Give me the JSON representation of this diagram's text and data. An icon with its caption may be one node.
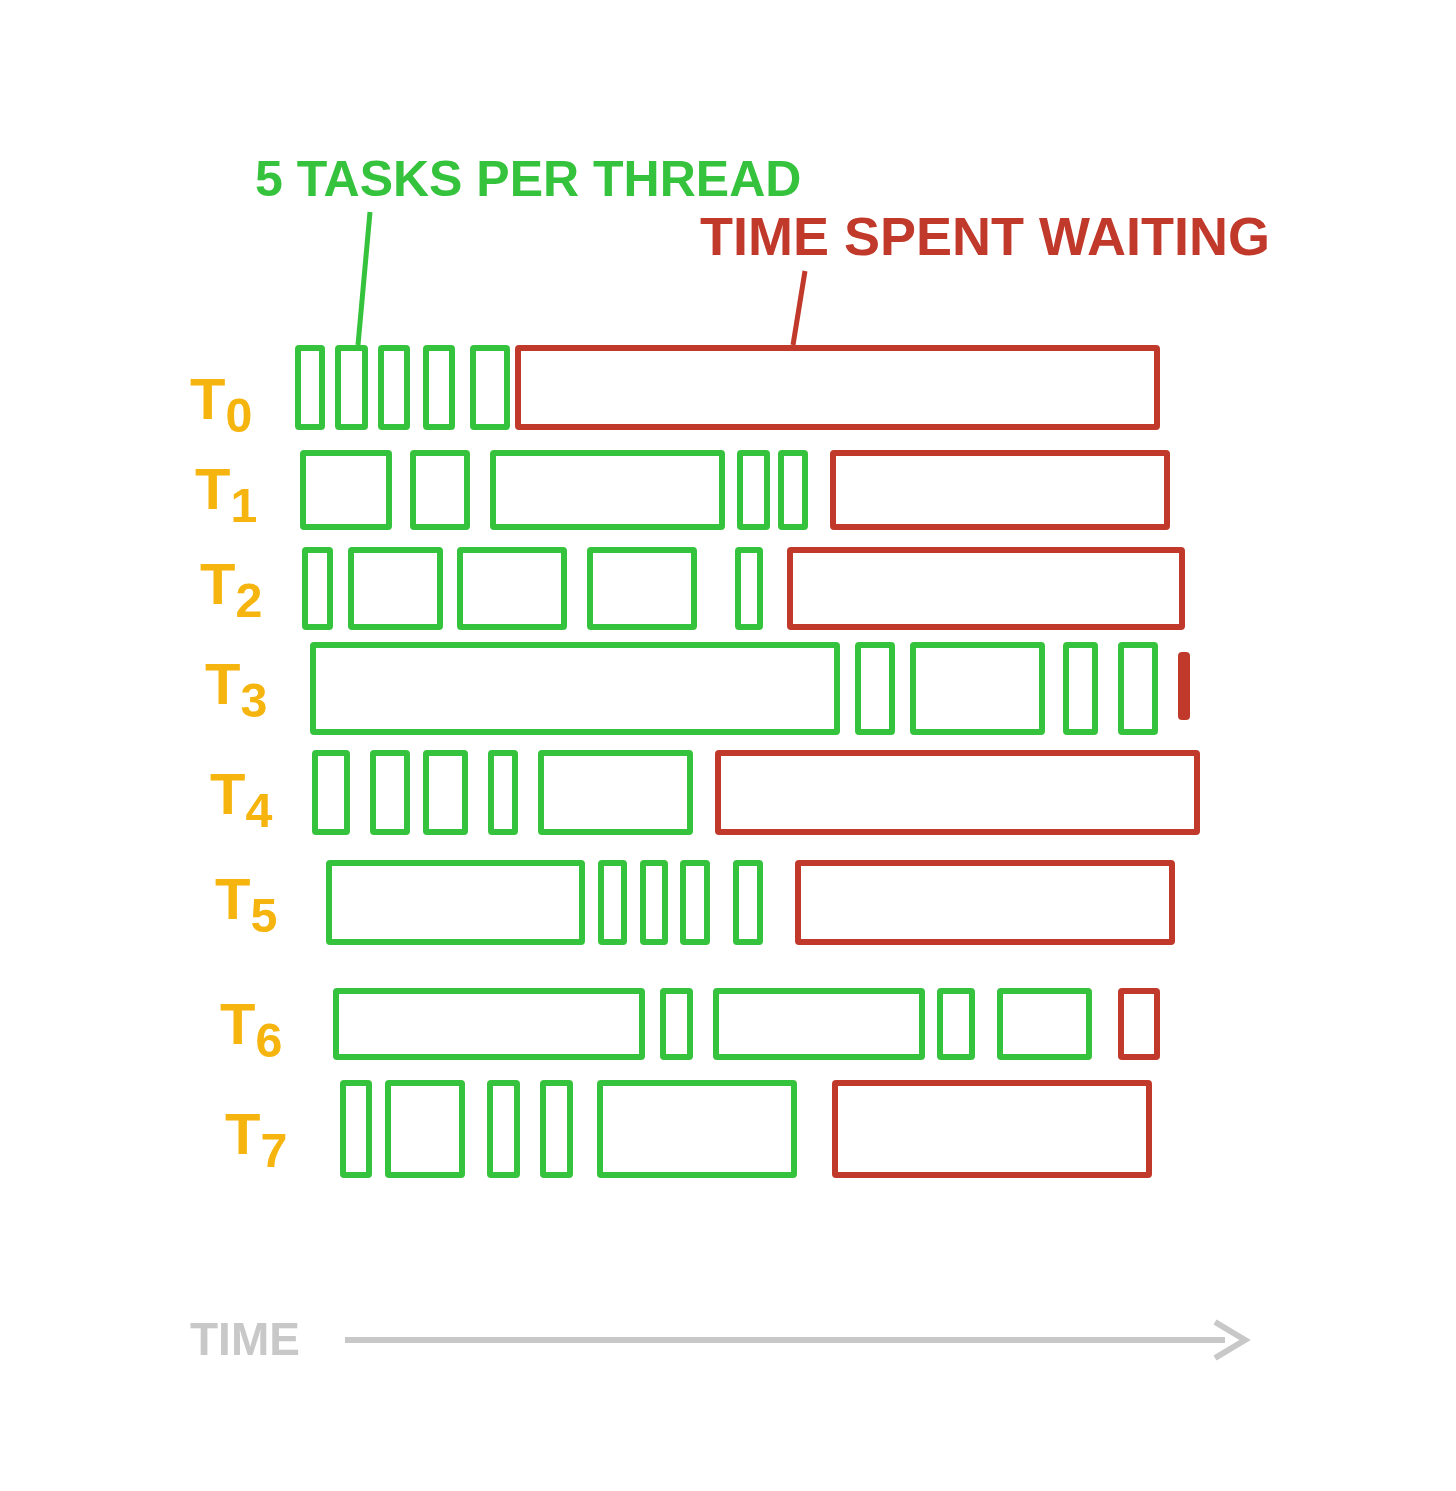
{
  "diagram": {
    "nodes": [
      {
        "text": [
          "5 TASKS PER THREAD"
        ]
      },
      {
        "text": [
          "TIME SPENT WAITING"
        ]
      },
      {
        "text": [],
        "shape": "box"
      },
      {
        "text": [],
        "shape": "box"
      },
      {
        "text": [],
        "shape": "box"
      },
      {
        "text": [],
        "shape": "box"
      },
      {
        "text": [],
        "shape": "box"
      },
      {
        "text": [],
        "shape": "box"
      },
      {
        "text": [],
        "shape": "box"
      },
      {
        "text": [],
        "shape": "box"
      },
      {
        "text": [],
        "shape": "box"
      },
      {
        "text": [],
        "shape": "box"
      },
      {
        "text": [],
        "shape": "box"
      },
      {
        "text": [],
        "shape": "box"
      },
      {
        "text": [],
        "shape": "box"
      },
      {
        "text": [],
        "shape": "box"
      },
      {
        "text": [],
        "shape": "box"
      },
      {
        "text": [],
        "shape": "box"
      },
      {
        "text": [],
        "shape": "box"
      },
      {
        "text": [],
        "shape": "box"
      },
      {
        "text": [],
        "shape": "box"
      },
      {
        "text": [],
        "shape": "box"
      },
      {
        "text": [],
        "shape": "box"
      },
      {
        "text": [],
        "shape": "box"
      },
      {
        "text": [],
        "shape": "box"
      },
      {
        "text": [],
        "shape": "bar"
      },
      {
        "text": [],
        "shape": "box"
      },
      {
        "text": [],
        "shape": "box"
      },
      {
        "text": [],
        "shape": "box"
      },
      {
        "text": [],
        "shape": "box"
      },
      {
        "text": [],
        "shape": "box"
      },
      {
        "text": [],
        "shape": "box"
      },
      {
        "text": [],
        "shape": "box"
      },
      {
        "text": [],
        "shape": "box"
      },
      {
        "text": [],
        "shape": "box"
      },
      {
        "text": [],
        "shape": "box"
      },
      {
        "text": [],
        "shape": "box"
      },
      {
        "text": [],
        "shape": "box"
      },
      {
        "text": [],
        "shape": "box"
      },
      {
        "text": [],
        "shape": "box"
      },
      {
        "text": [],
        "shape": "box"
      },
      {
        "text": [],
        "shape": "box"
      },
      {
        "text": [],
        "shape": "box"
      },
      {
        "text": [],
        "shape": "box"
      },
      {
        "text": [],
        "shape": "box"
      },
      {
        "text": [],
        "shape": "box"
      },
      {
        "text": [],
        "shape": "box"
      },
      {
        "text": [],
        "shape": "box"
      },
      {
        "text": [],
        "shape": "box"
      },
      {
        "text": [],
        "shape": "box"
      }
    ],
    "edges": [
      {
        "from": 0,
        "to": 3,
        "arrow": "none",
        "color": "#35c23c"
      },
      {
        "from": 1,
        "to": 7,
        "arrow": "none",
        "color": "#c0392b"
      }
    ],
    "labels": [
      "T$_{0}$",
      "T$_{1}$",
      "T$_{2}$",
      "T$_{3}$",
      "T$_{4}$",
      "T$_{5}$",
      "T$_{6}$",
      "T$_{7}$",
      "TIME"
    ]
  }
}
